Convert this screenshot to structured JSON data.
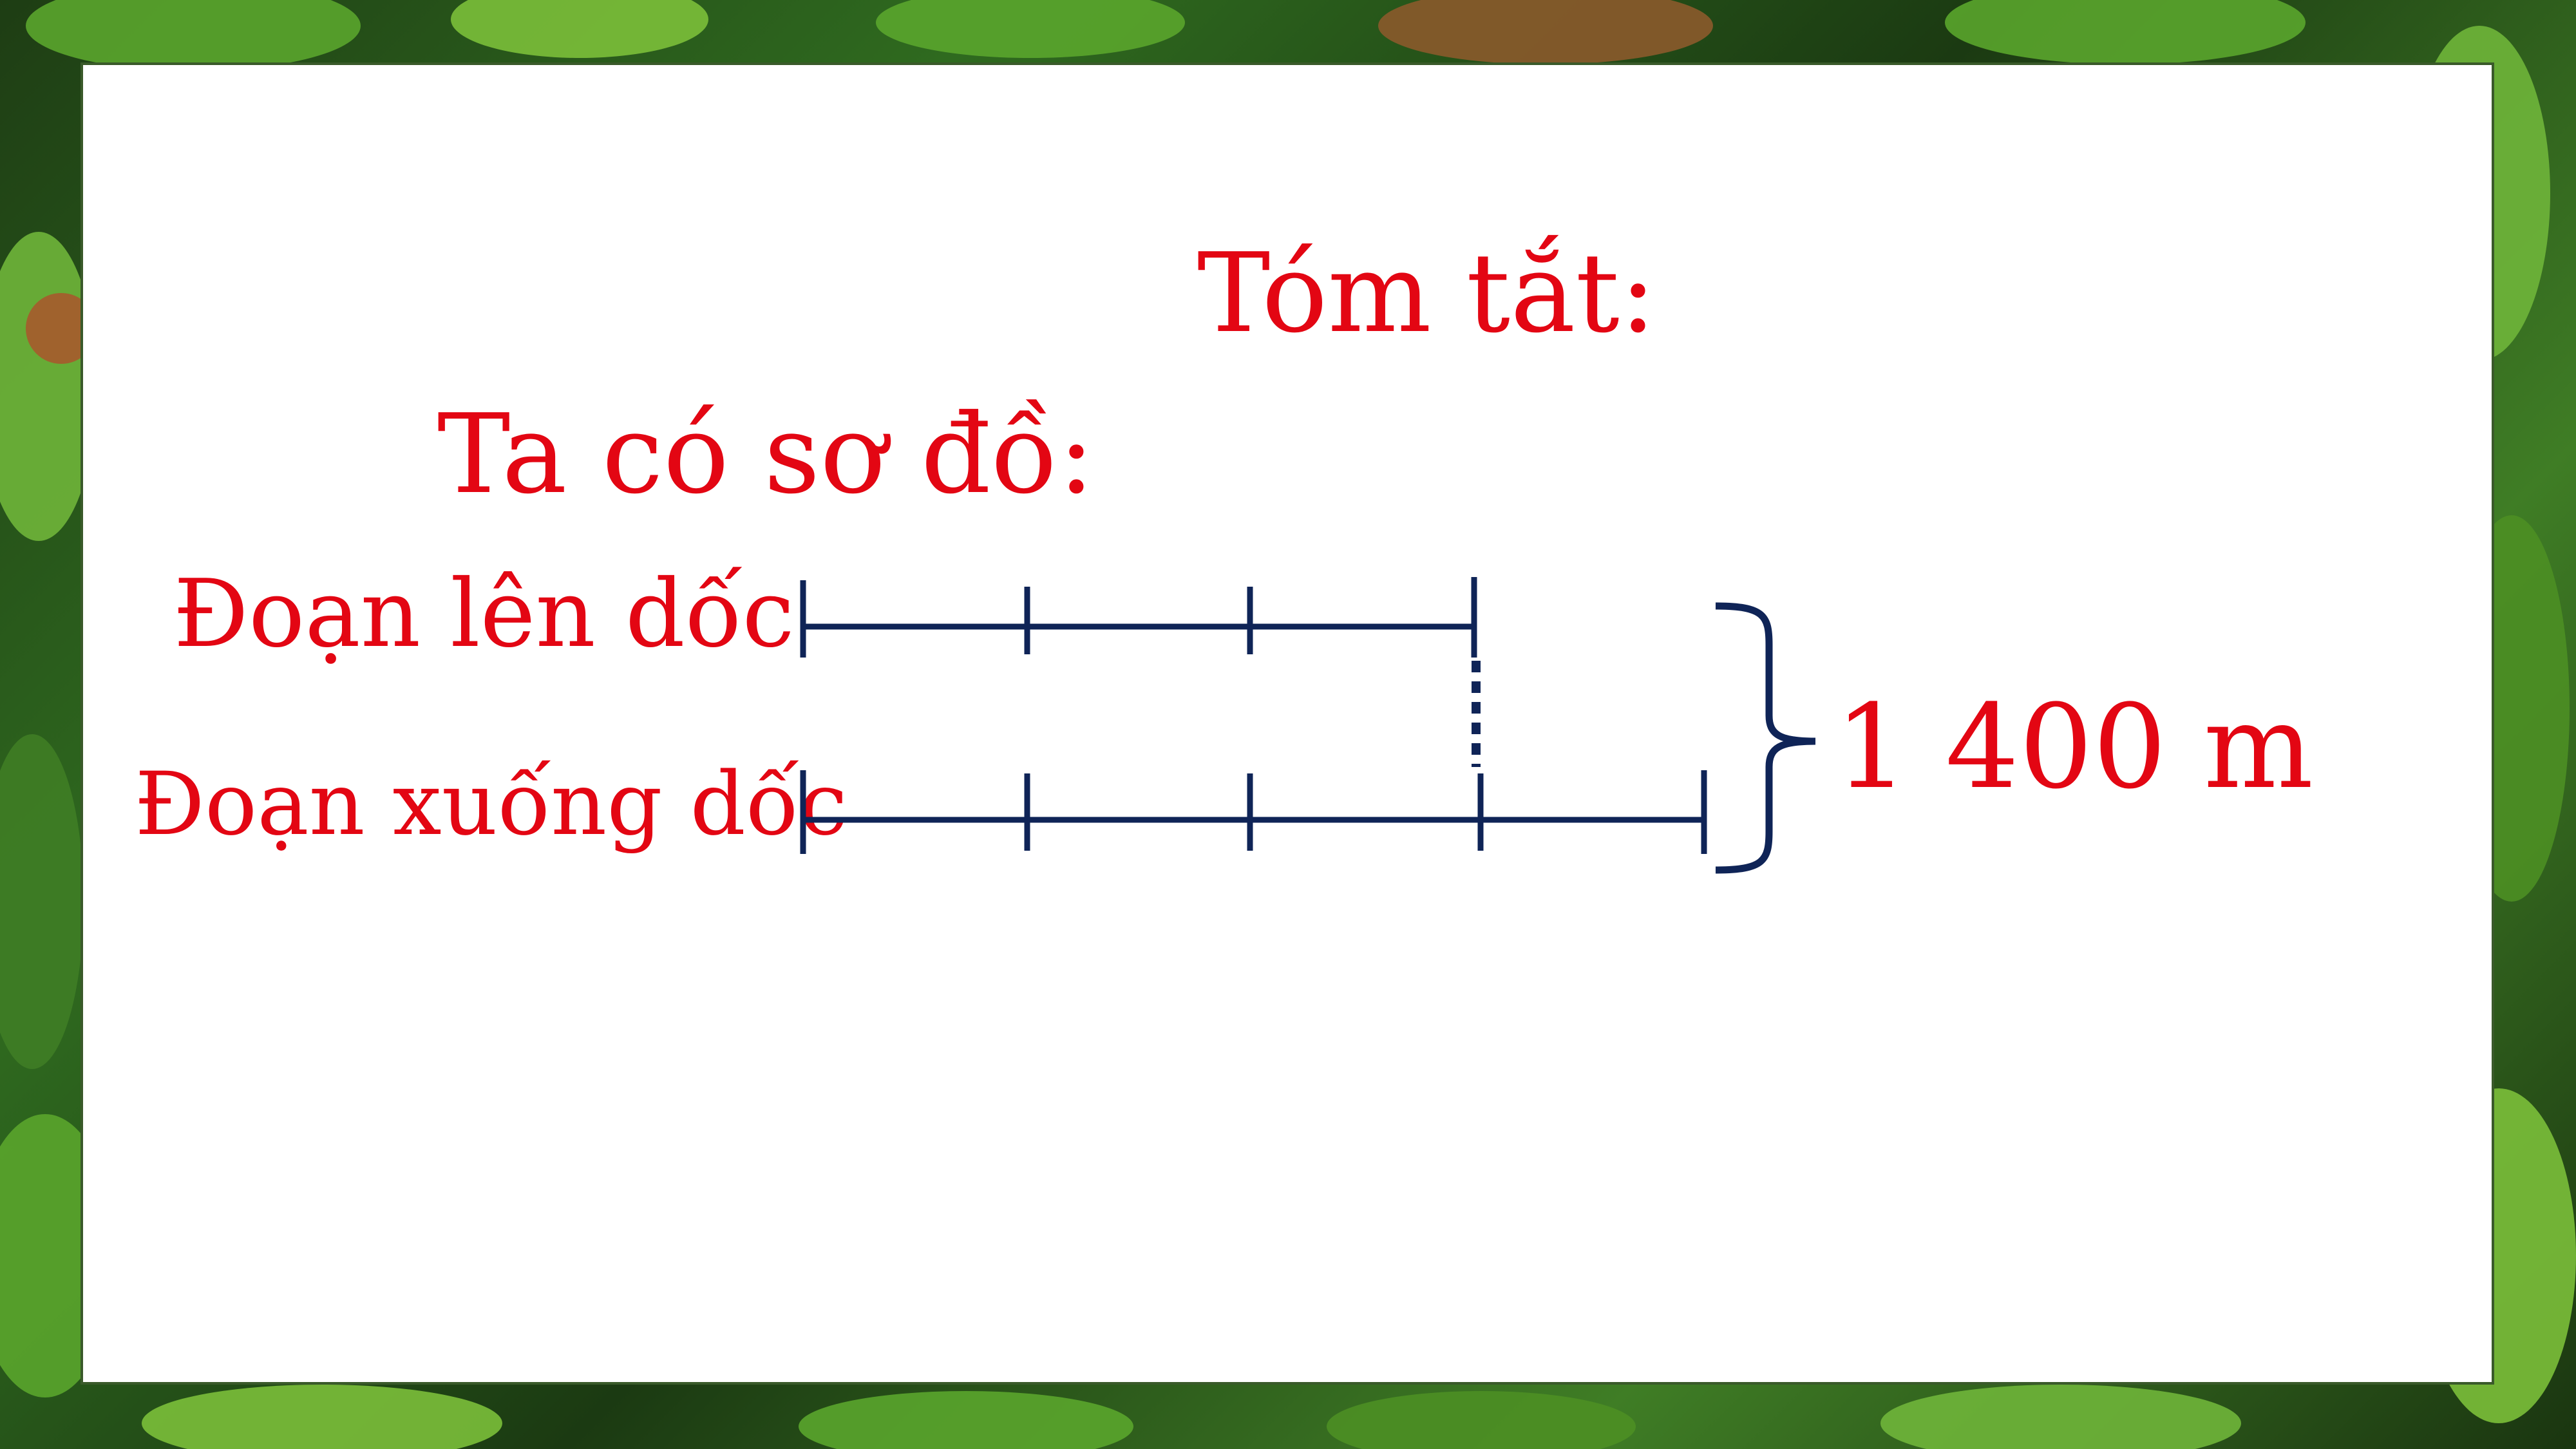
{
  "slide": {
    "title": "Tóm tắt:",
    "subtitle": "Ta có sơ đồ:",
    "rows": [
      {
        "label": "Đoạn lên dốc",
        "segments": 3
      },
      {
        "label": "Đoạn xuống dốc",
        "segments": 4
      }
    ],
    "total": "1 400 m"
  },
  "colors": {
    "text": "#e30613",
    "diagram": "#0f2457",
    "border_leaves": "#3a7a22"
  }
}
